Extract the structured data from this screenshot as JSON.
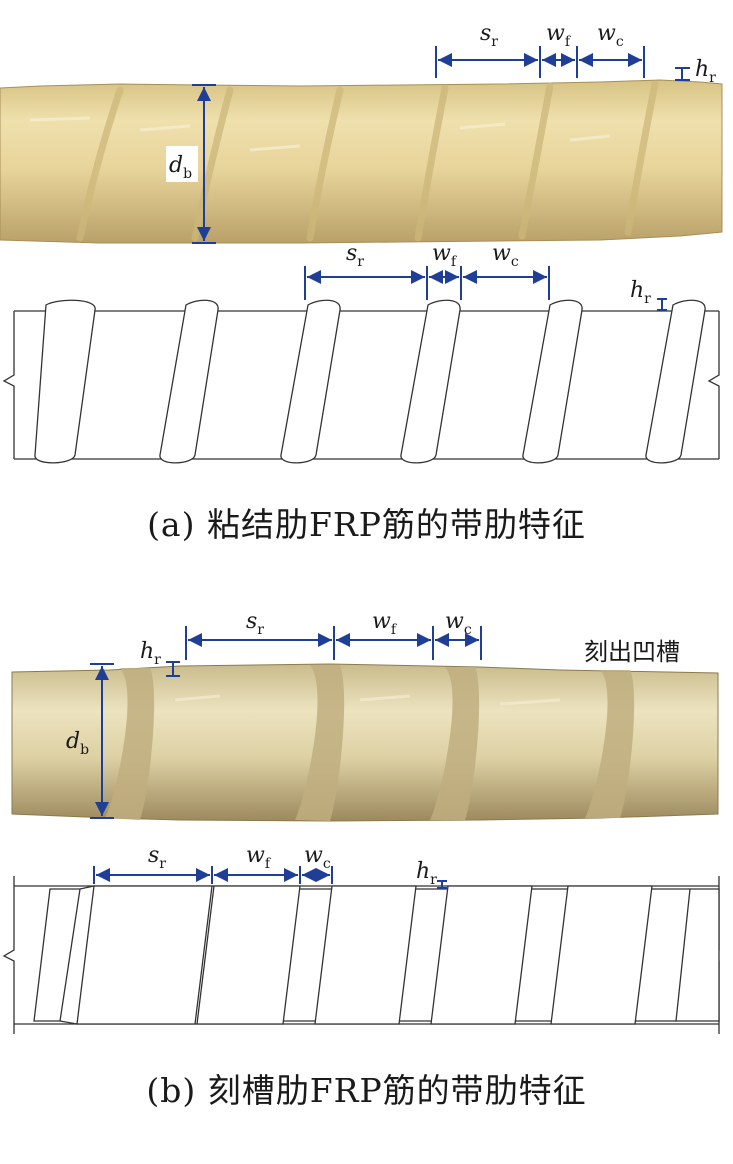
{
  "panel_a": {
    "caption": "(a) 粘结肋FRP筋的带肋特征",
    "photo": {
      "labels": {
        "s": "s",
        "s_sub": "r",
        "wf": "w",
        "wf_sub": "f",
        "wc": "w",
        "wc_sub": "c",
        "h": "h",
        "h_sub": "r",
        "d": "d",
        "d_sub": "b"
      }
    },
    "drawing": {
      "labels": {
        "s": "s",
        "s_sub": "r",
        "wf": "w",
        "wf_sub": "f",
        "wc": "w",
        "wc_sub": "c",
        "h": "h",
        "h_sub": "r"
      }
    }
  },
  "panel_b": {
    "caption": "(b) 刻槽肋FRP筋的带肋特征",
    "note": "刻出凹槽",
    "photo": {
      "labels": {
        "s": "s",
        "s_sub": "r",
        "wf": "w",
        "wf_sub": "f",
        "wc": "w",
        "wc_sub": "c",
        "h": "h",
        "h_sub": "r",
        "d": "d",
        "d_sub": "b"
      }
    },
    "drawing": {
      "labels": {
        "s": "s",
        "s_sub": "r",
        "wf": "w",
        "wf_sub": "f",
        "wc": "w",
        "wc_sub": "c",
        "h": "h",
        "h_sub": "r"
      }
    }
  },
  "colors": {
    "dimension": "#1f3f96",
    "photo_a": "#e6d39a",
    "photo_b": "#ddd2a6",
    "line": "#333333"
  }
}
